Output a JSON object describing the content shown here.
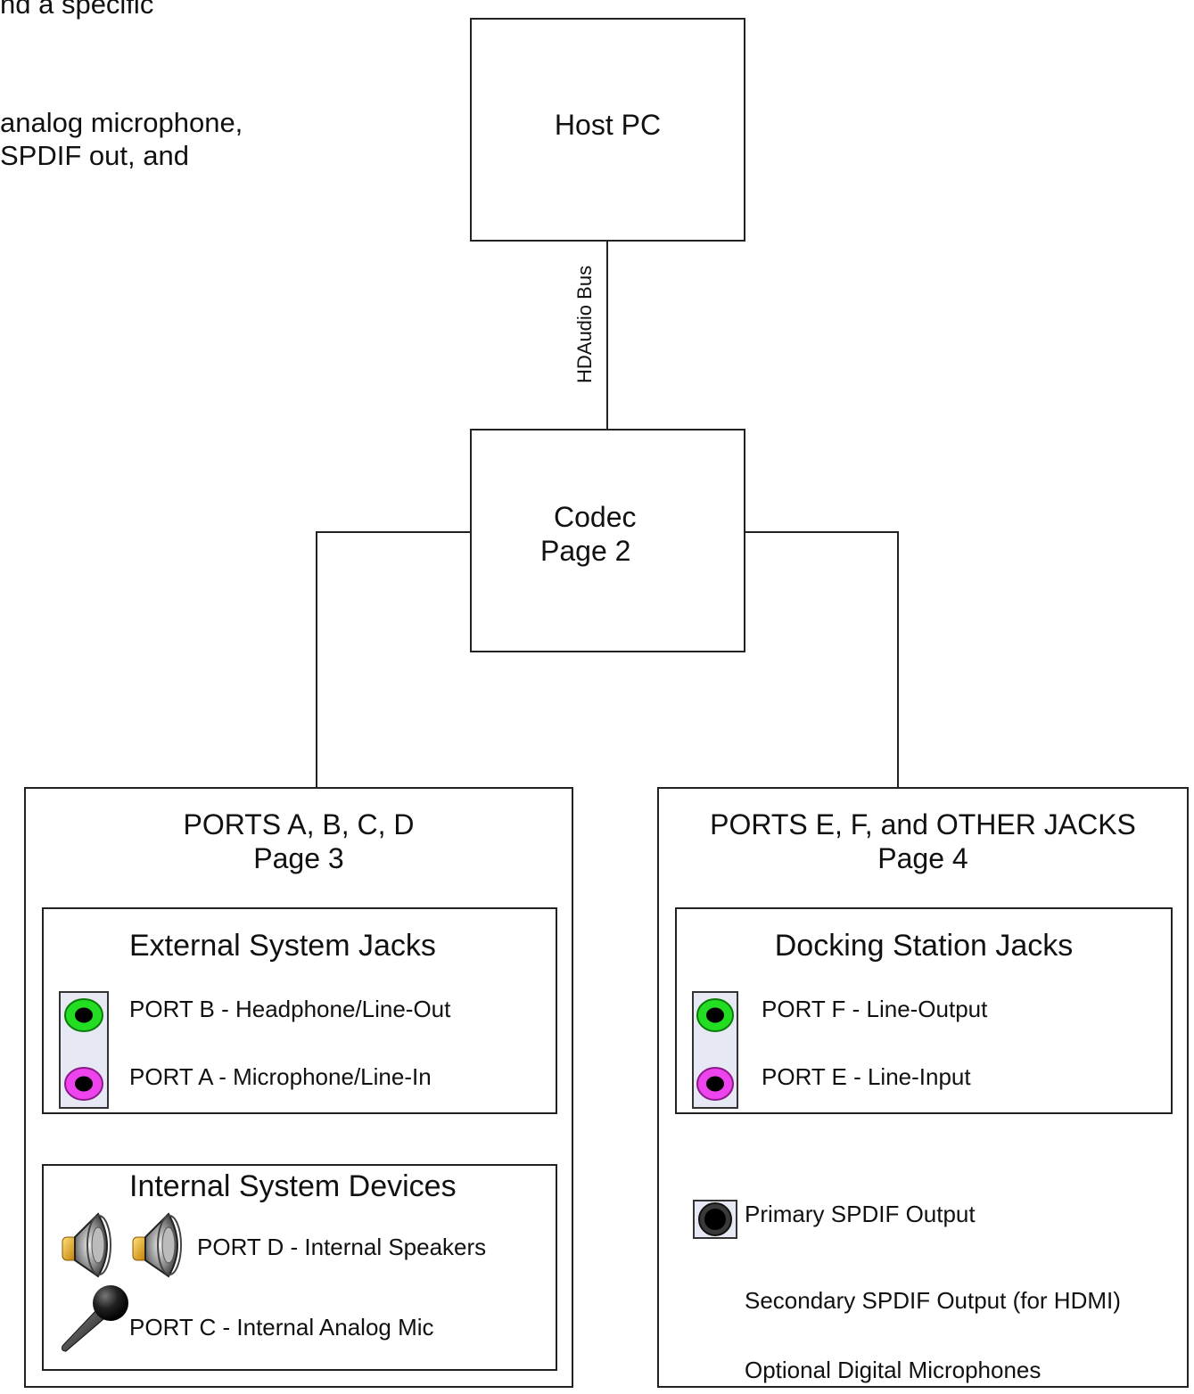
{
  "intro_text": {
    "line1": "nd a specific",
    "line2": "analog microphone,",
    "line3": "SPDIF out, and"
  },
  "host": {
    "label": "Host PC"
  },
  "bus": {
    "label": "HDAudio Bus"
  },
  "codec": {
    "label": "Codec",
    "page": "Page 2"
  },
  "left_panel": {
    "title": "PORTS A, B, C, D",
    "page": "Page 3",
    "external": {
      "title": "External System Jacks",
      "port_b": "PORT B - Headphone/Line-Out",
      "port_a": "PORT A - Microphone/Line-In"
    },
    "internal": {
      "title": "Internal System Devices",
      "port_d": "PORT D - Internal Speakers",
      "port_c": "PORT C - Internal Analog Mic"
    }
  },
  "right_panel": {
    "title": "PORTS E, F, and OTHER JACKS",
    "page": "Page 4",
    "docking": {
      "title": "Docking Station Jacks",
      "port_f": "PORT F - Line-Output",
      "port_e": "PORT E - Line-Input"
    },
    "primary_spdif": "Primary SPDIF Output",
    "secondary_spdif": "Secondary SPDIF Output (for HDMI)",
    "digital_mics": "Optional Digital Microphones"
  },
  "colors": {
    "line_out_jack": "#22dd22",
    "line_in_jack": "#ee44ee",
    "spdif_jack": "#111111",
    "jack_strip": "#e6e9f3"
  },
  "icons": [
    "speaker-icon",
    "microphone-icon",
    "audio-jack-icon",
    "spdif-jack-icon"
  ]
}
